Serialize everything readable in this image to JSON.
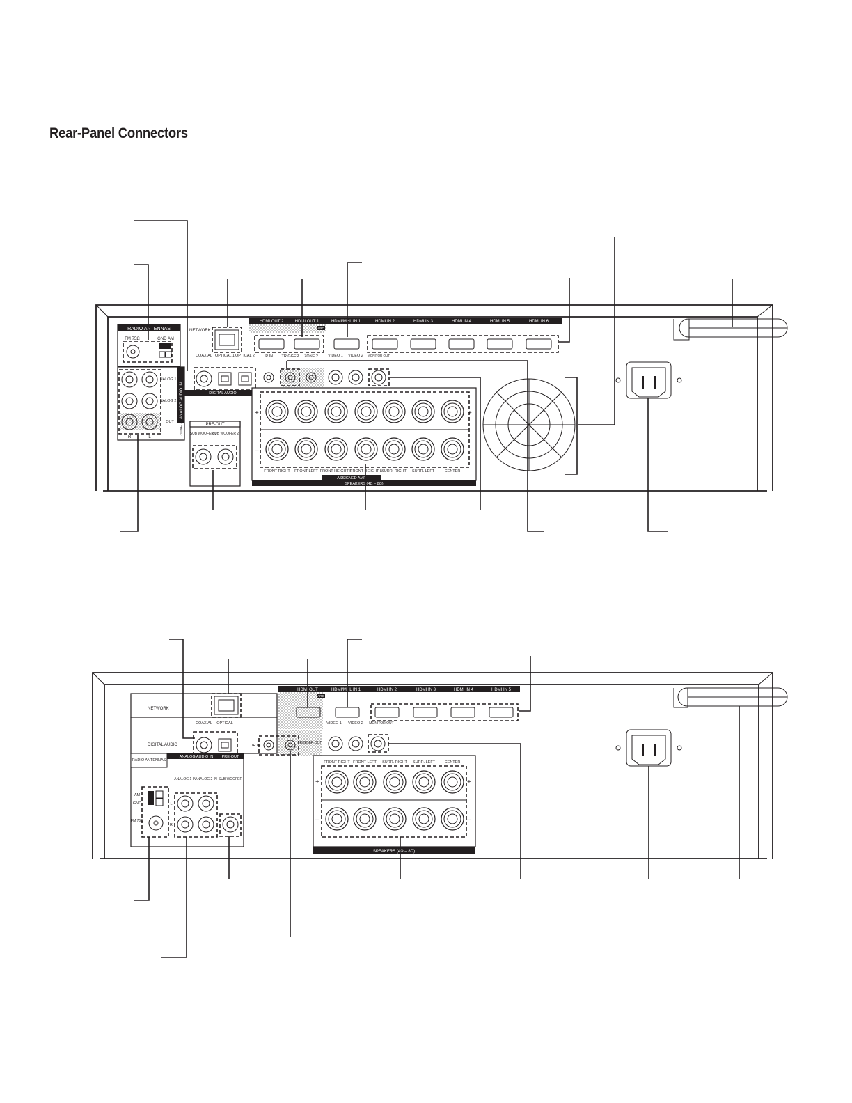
{
  "page": {
    "title": "Rear-Panel Connectors"
  },
  "colors": {
    "ink": "#231f20",
    "footer_rule": "#4a6ea9",
    "dot_screen": "#bfbfbf"
  },
  "top_panel": {
    "labels": {
      "radio_antennas": "RADIO ANTENNAS",
      "fm": "FM 75Ω",
      "gnd_am": "GND AM",
      "network": "NETWORK",
      "coaxial": "COAXIAL",
      "optical1": "OPTICAL 1",
      "optical2": "OPTICAL 2",
      "digital_audio": "DIGITAL AUDIO",
      "analog_audio_in": "ANALOG AUDIO IN",
      "analog1": "NALOG 1 IN",
      "analog2": "NALOG 2 IN",
      "out": "OUT",
      "zone2": "ZONE 2",
      "r": "R",
      "l": "L",
      "pre_out": "PRE-OUT",
      "sub1": "SUB WOOFER 1",
      "sub2": "SUB WOOFER 2",
      "hdmi_out2": "HDMI OUT 2",
      "hdmi_out1": "HDMI OUT 1",
      "arc": "ARC",
      "mhl_in1": "HDMI/MHL IN 1",
      "hdmi_in2": "HDMI IN 2",
      "hdmi_in3": "HDMI IN 3",
      "hdmi_in4": "HDMI IN 4",
      "hdmi_in5": "HDMI IN 5",
      "hdmi_in6": "HDMI IN 6",
      "ir_in": "IR IN",
      "trigger": "TRIGGER",
      "zone2b": "ZONE 2",
      "video1": "VIDEO 1",
      "video2": "VIDEO 2",
      "monitor_out": "MONITOR OUT",
      "plus": "+",
      "minus": "–",
      "front_right": "FRONT RIGHT",
      "front_left": "FRONT LEFT",
      "front_height_r": "FRONT HEIGHT R",
      "front_height_l": "FRONT HEIGHT L",
      "surr_right": "SURR. RIGHT",
      "surr_left": "SURR. LEFT",
      "center": "CENTER",
      "assigned_amp": "ASSIGNED AMP",
      "speakers": "SPEAKERS (4Ω – 8Ω)"
    }
  },
  "bottom_panel": {
    "labels": {
      "network": "NETWORK",
      "digital_audio": "DIGITAL AUDIO",
      "coaxial": "COAXIAL",
      "optical": "OPTICAL",
      "radio_antennas": "RADIO ANTENNAS",
      "analog_audio_in": "ANALOG AUDIO IN",
      "pre_out": "PRE-OUT",
      "analog1": "ANALOG 1 IN",
      "analog2": "ANALOG 2 IN",
      "sub": "SUB WOOFER",
      "am": "AM",
      "gnd": "GND",
      "fm": "FM 75Ω",
      "l": "L",
      "r": "R",
      "ir_in": "IR IN",
      "trigger_out": "TRIGGER OUT",
      "hdmi_out": "HDMI OUT",
      "arc": "ARC",
      "mhl_in1": "HDMI/MHL IN 1",
      "hdmi_in2": "HDMI IN 2",
      "hdmi_in3": "HDMI IN 3",
      "hdmi_in4": "HDMI IN 4",
      "hdmi_in5": "HDMI IN 5",
      "video1": "VIDEO 1",
      "video2": "VIDEO 2",
      "monitor_out": "MONITOR OUT",
      "plus": "+",
      "minus": "–",
      "front_right": "FRONT RIGHT",
      "front_left": "FRONT LEFT",
      "surr_right": "SURR. RIGHT",
      "surr_left": "SURR. LEFT",
      "center": "CENTER",
      "speakers": "SPEAKERS (4Ω – 8Ω)"
    }
  }
}
